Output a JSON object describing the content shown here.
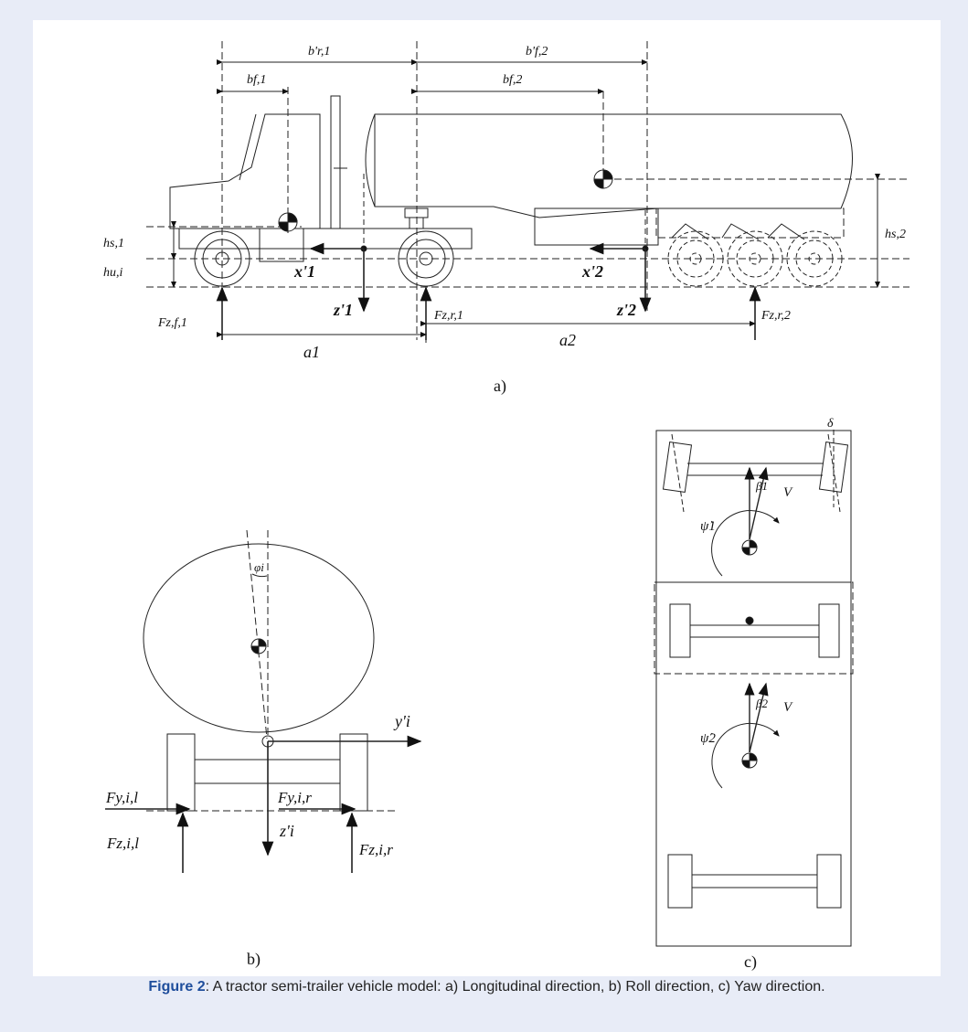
{
  "figure": {
    "number_label": "Figure 2",
    "caption_text": ": A tractor semi-trailer vehicle model: a) Longitudinal direction, b) Roll direction, c) Yaw direction.",
    "accent_color": "#1f4e9c"
  },
  "panel_a": {
    "sub_label": "a)",
    "dims": {
      "b_r1": "b'r,1",
      "b_f1": "bf,1",
      "b_f2_prime": "b'f,2",
      "b_f2": "bf,2",
      "h_s1": "hs,1",
      "h_u_i": "hu,i",
      "h_s2": "hs,2",
      "a1": "a1",
      "a2": "a2"
    },
    "forces": {
      "fzf1": "Fz,f,1",
      "fzr1": "Fz,r,1",
      "fzr2": "Fz,r,2"
    },
    "axes": {
      "x1": "x'1",
      "z1": "z'1",
      "x2": "x'2",
      "z2": "z'2"
    }
  },
  "panel_b": {
    "sub_label": "b)",
    "phi": "φi",
    "y_axis": "y'i",
    "z_axis": "z'i",
    "fyil": "Fy,i,l",
    "fyir": "Fy,i,r",
    "fzil": "Fz,i,l",
    "fzir": "Fz,i,r"
  },
  "panel_c": {
    "sub_label": "c)",
    "delta": "δ",
    "beta1": "β1",
    "beta2": "β2",
    "v1": "V",
    "v2": "V",
    "psi1": "ψ̇1",
    "psi2": "ψ̇2"
  }
}
